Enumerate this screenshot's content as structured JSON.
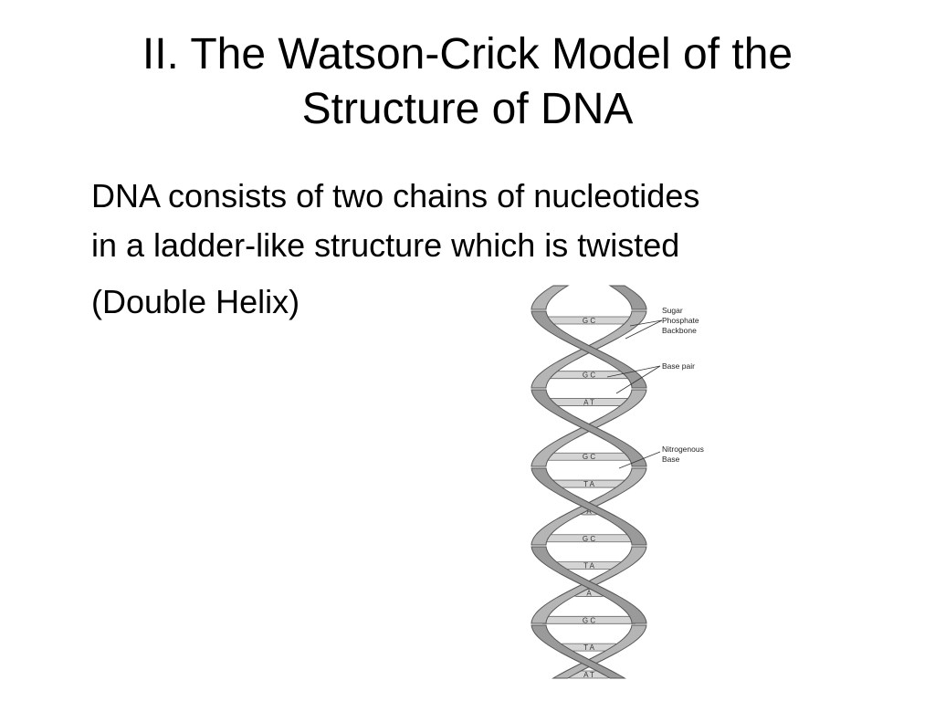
{
  "title": {
    "line1": "II.  The Watson-Crick Model of the",
    "line2": "Structure of DNA"
  },
  "body": {
    "line1": "DNA consists of two chains of nucleotides",
    "line2": "in a ladder-like structure which is twisted",
    "line3": "(Double Helix)"
  },
  "diagram": {
    "labels": [
      {
        "lines": [
          "Sugar",
          "Phosphate",
          "Backbone"
        ]
      },
      {
        "lines": [
          "Base pair"
        ]
      },
      {
        "lines": [
          "Nitrogenous",
          "Base"
        ]
      }
    ],
    "base_pairs": [
      "G C",
      "",
      "G C",
      "A T",
      "C G",
      "G C",
      "T A",
      "A",
      "G C",
      "T A",
      "A",
      "G C",
      "T A",
      "A T"
    ],
    "colors": {
      "backbone": "#9a9a9a",
      "backbone_edge": "#555555",
      "rung": "#d4d4d4"
    }
  }
}
